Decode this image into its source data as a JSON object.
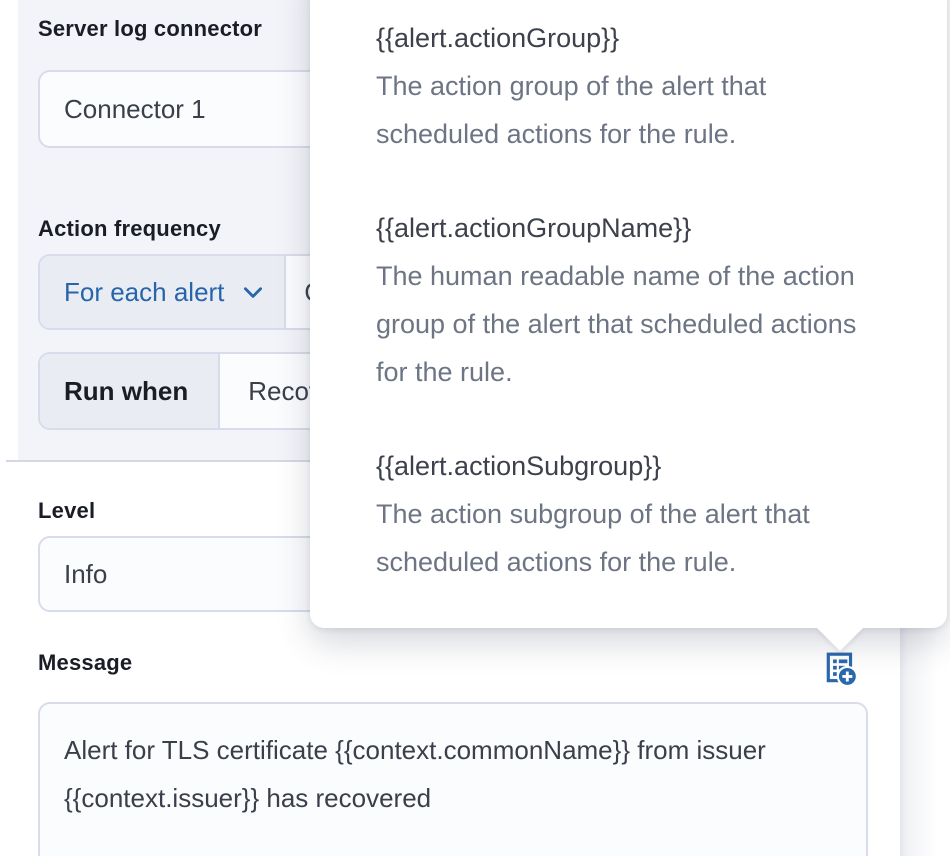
{
  "colors": {
    "accent_blue": "#2765ab",
    "icon_blue": "#2a68ad",
    "panel_gray": "#f3f4f9",
    "prepend_gray": "#e9ecf3",
    "border": "#d8dcea",
    "label_dark": "#1a1d26",
    "value_text": "#3a3f4a",
    "description_gray": "#6d7584"
  },
  "form": {
    "title": "Server log connector",
    "connector": {
      "value": "Connector 1"
    },
    "action_frequency": {
      "label": "Action frequency",
      "frequency_value": "For each alert",
      "interval_value": "On check intervals",
      "run_when_label": "Run when",
      "run_when_value": "Recovered"
    },
    "level": {
      "label": "Level",
      "value": "Info"
    },
    "message": {
      "label": "Message",
      "value": "Alert for TLS certificate {{context.commonName}} from issuer {{context.issuer}} has recovered"
    }
  },
  "popover": {
    "items": [
      {
        "name": "{{alert.actionGroup}}",
        "description": "The action group of the alert that scheduled actions for the rule."
      },
      {
        "name": "{{alert.actionGroupName}}",
        "description": "The human readable name of the action group of the alert that scheduled actions for the rule."
      },
      {
        "name": "{{alert.actionSubgroup}}",
        "description": "The action subgroup of the alert that scheduled actions for the rule."
      }
    ]
  },
  "icons": {
    "chevron_down": "chevron-down-icon",
    "add_variable": "add-alert-variable-icon"
  }
}
